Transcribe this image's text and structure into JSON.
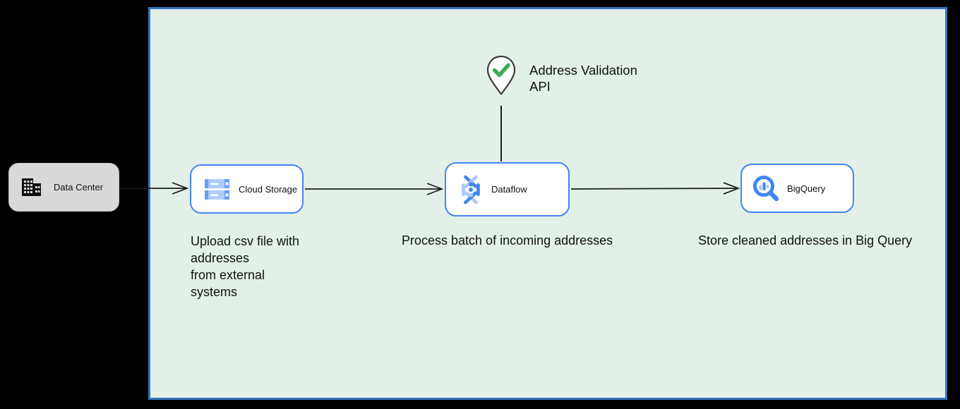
{
  "canvas": {
    "outer_background": "#000000",
    "fill": "#e3f0e8",
    "border_color": "#3377bd"
  },
  "nodes": {
    "data_center": {
      "label": "Data Center",
      "icon": "building-icon",
      "fill": "#d9d9d9"
    },
    "cloud_storage": {
      "label": "Cloud Storage",
      "icon": "cloud-storage-icon",
      "border_color": "#4285f4"
    },
    "dataflow": {
      "label": "Dataflow",
      "icon": "dataflow-icon",
      "border_color": "#4285f4"
    },
    "bigquery": {
      "label": "BigQuery",
      "icon": "bigquery-icon",
      "border_color": "#4285f4"
    }
  },
  "annotations": {
    "address_validation": {
      "label": "Address Validation\nAPI",
      "icon": "map-pin-check-icon",
      "check_color": "#3aad5c"
    },
    "cloud_storage_caption": "Upload csv file with\naddresses\nfrom external\nsystems",
    "dataflow_caption": "Process batch of incoming addresses",
    "bigquery_caption": "Store cleaned addresses in Big Query"
  },
  "connectors": [
    {
      "from": "data_center",
      "to": "cloud_storage",
      "style": "open-arrow"
    },
    {
      "from": "cloud_storage",
      "to": "dataflow",
      "style": "open-arrow"
    },
    {
      "from": "dataflow",
      "to": "bigquery",
      "style": "open-arrow"
    },
    {
      "from": "address_validation",
      "to": "dataflow",
      "style": "plain-line"
    }
  ]
}
